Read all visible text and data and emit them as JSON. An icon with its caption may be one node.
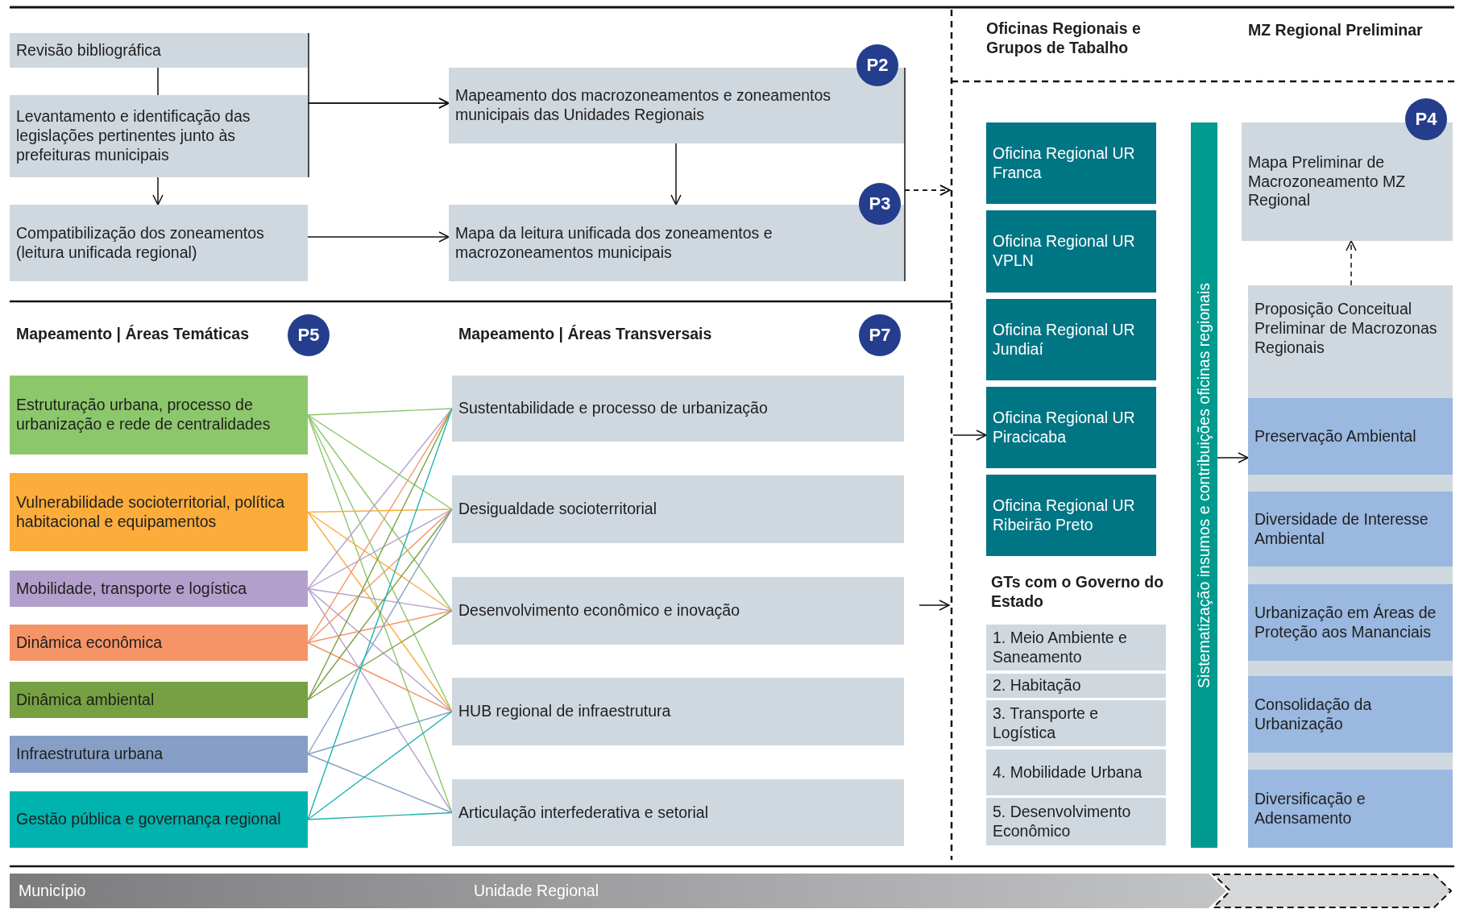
{
  "diagram": {
    "nodes": [
      {
        "text": [
          "Revisão bibliográfica"
        ]
      },
      {
        "text": [
          "Levantamento e identificação das legislações pertinentes junto às prefeituras municipais"
        ]
      },
      {
        "text": [
          "Compatibilização dos zoneamentos (leitura unificada regional)"
        ]
      },
      {
        "text": [
          "P2"
        ]
      },
      {
        "text": [
          "Mapeamento dos macrozoneamentos e zoneamentos municipais das Unidades Regionais"
        ]
      },
      {
        "text": [
          "P3"
        ]
      },
      {
        "text": [
          "Mapa da leitura unificada dos zoneamentos e macrozoneamentos municipais"
        ]
      },
      {
        "text": [
          "P5"
        ]
      },
      {
        "text": [
          "P7"
        ]
      },
      {
        "text": [
          "Estruturação urbana, processo de urbanização e rede de centralidades"
        ]
      },
      {
        "text": [
          "Vulnerabilidade socioterritorial, política habitacional e equipamentos"
        ]
      },
      {
        "text": [
          "Mobilidade, transporte e logística"
        ]
      },
      {
        "text": [
          "Dinâmica econômica"
        ]
      },
      {
        "text": [
          "Dinâmica ambiental"
        ]
      },
      {
        "text": [
          "Infraestrutura urbana"
        ]
      },
      {
        "text": [
          "Gestão pública e governança regional"
        ]
      },
      {
        "text": [
          "Sustentabilidade e processo de urbanização"
        ]
      },
      {
        "text": [
          "Desigualdade socioterritorial"
        ]
      },
      {
        "text": [
          "Desenvolvimento econômico e inovação"
        ]
      },
      {
        "text": [
          "HUB regional de infraestrutura"
        ]
      },
      {
        "text": [
          "Articulação interfederativa e setorial"
        ]
      },
      {
        "text": [
          "Oficina Regional UR Franca"
        ]
      },
      {
        "text": [
          "Oficina Regional UR VPLN"
        ]
      },
      {
        "text": [
          "Oficina Regional UR Jundiaí"
        ]
      },
      {
        "text": [
          "Oficina Regional UR Piracicaba"
        ]
      },
      {
        "text": [
          "Oficina Regional UR Ribeirão Preto"
        ]
      },
      {
        "text": [
          "1. Meio Ambiente e Saneamento"
        ]
      },
      {
        "text": [
          "2. Habitação"
        ]
      },
      {
        "text": [
          "3. Transporte e Logística"
        ]
      },
      {
        "text": [
          "4. Mobilidade Urbana"
        ]
      },
      {
        "text": [
          "5. Desenvolvimento Econômico"
        ]
      },
      {
        "text": [
          "Sistematização insumos e contribuições oficinas regionais"
        ]
      },
      {
        "text": [
          "P4"
        ]
      },
      {
        "text": [
          "Mapa Preliminar de Macrozoneamento MZ Regional"
        ]
      },
      {
        "text": [
          "Proposição Conceitual Preliminar de Macrozonas Regionais"
        ]
      },
      {
        "text": [
          "Preservação Ambiental"
        ],
        "in": 34
      },
      {
        "text": [
          "Diversidade de Interesse Ambiental"
        ],
        "in": 34
      },
      {
        "text": [
          "Urbanização em Áreas de Proteção aos Mananciais"
        ],
        "in": 34
      },
      {
        "text": [
          "Consolidação da Urbanização"
        ],
        "in": 34
      },
      {
        "text": [
          "Diversificação e Adensamento"
        ],
        "in": 34
      }
    ],
    "edges": [
      {
        "from": 0,
        "to": 1,
        "arrow": "none"
      },
      {
        "from": 1,
        "to": 2,
        "arrow": "to"
      },
      {
        "from": 0,
        "to": 4,
        "arrow": "to"
      },
      {
        "from": 1,
        "to": 4,
        "arrow": "to"
      },
      {
        "from": 2,
        "to": 6,
        "arrow": "to"
      },
      {
        "from": 4,
        "to": 6,
        "arrow": "to"
      },
      {
        "from": 4,
        "to": null,
        "arrow": "to",
        "style": "dashed"
      },
      {
        "from": 6,
        "to": null,
        "arrow": "to",
        "style": "dashed"
      },
      {
        "from": null,
        "to": 24,
        "arrow": "to"
      },
      {
        "from": 31,
        "to": 35,
        "arrow": "to"
      },
      {
        "from": 34,
        "to": 33,
        "arrow": "to",
        "style": "dashed"
      },
      {
        "from": 9,
        "to": 16,
        "arrow": "none",
        "color": "#8dc76c"
      },
      {
        "from": 9,
        "to": 17,
        "arrow": "none",
        "color": "#8dc76c"
      },
      {
        "from": 9,
        "to": 18,
        "arrow": "none",
        "color": "#8dc76c"
      },
      {
        "from": 9,
        "to": 19,
        "arrow": "none",
        "color": "#8dc76c"
      },
      {
        "from": 9,
        "to": 20,
        "arrow": "none",
        "color": "#8dc76c"
      },
      {
        "from": 10,
        "to": 17,
        "arrow": "none",
        "color": "#fbac3b"
      },
      {
        "from": 10,
        "to": 18,
        "arrow": "none",
        "color": "#fbac3b"
      },
      {
        "from": 10,
        "to": 19,
        "arrow": "none",
        "color": "#fbac3b"
      },
      {
        "from": 11,
        "to": 16,
        "arrow": "none",
        "color": "#b39fcc"
      },
      {
        "from": 11,
        "to": 17,
        "arrow": "none",
        "color": "#b39fcc"
      },
      {
        "from": 11,
        "to": 18,
        "arrow": "none",
        "color": "#b39fcc"
      },
      {
        "from": 11,
        "to": 19,
        "arrow": "none",
        "color": "#b39fcc"
      },
      {
        "from": 11,
        "to": 20,
        "arrow": "none",
        "color": "#b39fcc"
      },
      {
        "from": 12,
        "to": 16,
        "arrow": "none",
        "color": "#f59467"
      },
      {
        "from": 12,
        "to": 17,
        "arrow": "none",
        "color": "#f59467"
      },
      {
        "from": 12,
        "to": 18,
        "arrow": "none",
        "color": "#f59467"
      },
      {
        "from": 12,
        "to": 19,
        "arrow": "none",
        "color": "#f59467"
      },
      {
        "from": 13,
        "to": 16,
        "arrow": "none",
        "color": "#77a042"
      },
      {
        "from": 13,
        "to": 17,
        "arrow": "none",
        "color": "#77a042"
      },
      {
        "from": 13,
        "to": 18,
        "arrow": "none",
        "color": "#77a042"
      },
      {
        "from": 14,
        "to": 17,
        "arrow": "none",
        "color": "#879fc6"
      },
      {
        "from": 14,
        "to": 19,
        "arrow": "none",
        "color": "#879fc6"
      },
      {
        "from": 14,
        "to": 20,
        "arrow": "none",
        "color": "#879fc6"
      },
      {
        "from": 15,
        "to": 16,
        "arrow": "none",
        "color": "#1bb3b0"
      },
      {
        "from": 15,
        "to": 19,
        "arrow": "none",
        "color": "#1bb3b0"
      },
      {
        "from": 15,
        "to": 20,
        "arrow": "none",
        "color": "#1bb3b0"
      }
    ],
    "labels": [
      "Oficinas Regionais e Grupos de Tabalho",
      "MZ Regional Preliminar",
      "Mapeamento | Áreas Temáticas",
      "Mapeamento | Áreas Transversais",
      "GTs com o Governo do Estado",
      "Município",
      "Unidade Regional"
    ]
  }
}
